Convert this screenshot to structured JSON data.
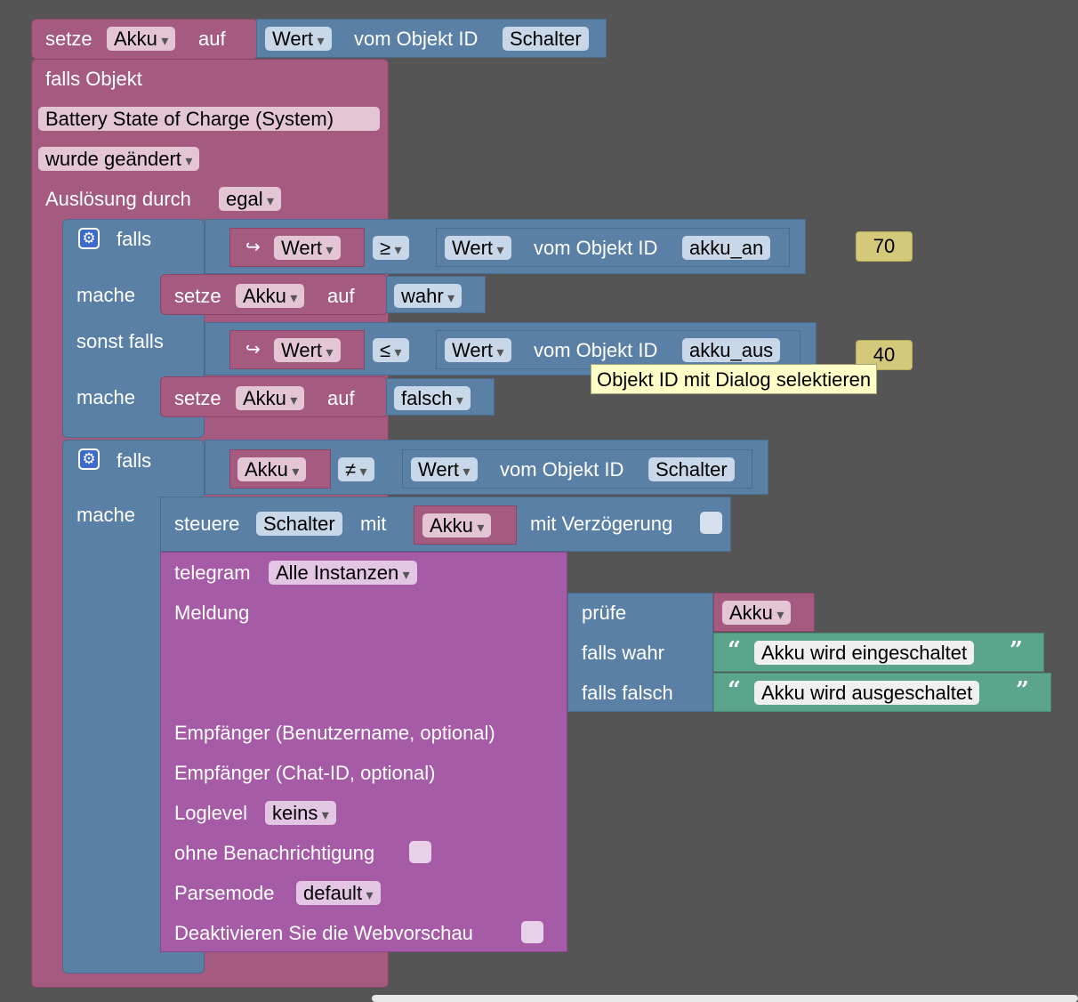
{
  "root": {
    "setze": "setze",
    "var": "Akku",
    "auf": "auf",
    "wert": "Wert",
    "vom_objekt": "vom Objekt ID",
    "obj": "Schalter"
  },
  "trigger": {
    "falls_objekt": "falls Objekt",
    "object_name": "Battery State of Charge (System)",
    "condition": "wurde geändert",
    "ausloesung": "Auslösung durch",
    "ausloesung_value": "egal"
  },
  "if1": {
    "falls": "falls",
    "mache": "mache",
    "sonst_falls": "sonst falls",
    "cond1": {
      "arrow": "↪",
      "wert": "Wert",
      "op": "≥",
      "wert2": "Wert",
      "vom_objekt": "vom Objekt ID",
      "obj": "akku_an",
      "number": "70"
    },
    "do1": {
      "setze": "setze",
      "var": "Akku",
      "auf": "auf",
      "value": "wahr"
    },
    "cond2": {
      "arrow": "↪",
      "wert": "Wert",
      "op": "≤",
      "wert2": "Wert",
      "vom_objekt": "vom Objekt ID",
      "obj": "akku_aus",
      "number": "40"
    },
    "do2": {
      "setze": "setze",
      "var": "Akku",
      "auf": "auf",
      "value": "falsch"
    },
    "tooltip": "Objekt ID mit Dialog selektieren"
  },
  "if2": {
    "falls": "falls",
    "mache": "mache",
    "cond": {
      "var": "Akku",
      "op": "≠",
      "wert": "Wert",
      "vom_objekt": "vom Objekt ID",
      "obj": "Schalter"
    },
    "steuere": {
      "label": "steuere",
      "obj": "Schalter",
      "mit": "mit",
      "var": "Akku",
      "delay": "mit Verzögerung"
    }
  },
  "telegram": {
    "label": "telegram",
    "instance": "Alle Instanzen",
    "meldung": "Meldung",
    "ternary": {
      "pruefe": "prüfe",
      "pruefe_var": "Akku",
      "falls_wahr": "falls wahr",
      "text_true": "Akku wird eingeschaltet",
      "falls_falsch": "falls falsch",
      "text_false": "Akku wird ausgeschaltet"
    },
    "empf_user": "Empfänger (Benutzername, optional)",
    "empf_chat": "Empfänger (Chat-ID, optional)",
    "loglevel": "Loglevel",
    "loglevel_value": "keins",
    "silent": "ohne Benachrichtigung",
    "parsemode": "Parsemode",
    "parsemode_value": "default",
    "webpreview": "Deaktivieren Sie die Webvorschau"
  },
  "icons": {
    "gear": "gear-icon",
    "quote_open": "quote-open-icon",
    "quote_close": "quote-close-icon",
    "arrow": "return-arrow-icon"
  },
  "colors": {
    "variables": "#a55b80",
    "logic": "#5b80a5",
    "telegram": "#a55ba5",
    "text": "#5ba58c",
    "math": "#d4c97a",
    "workspace": "#555555"
  }
}
